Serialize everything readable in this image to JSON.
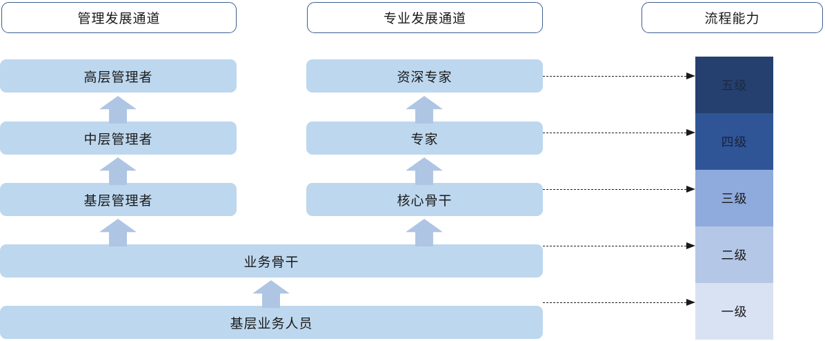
{
  "headers": [
    {
      "id": "management-channel",
      "label": "管理发展通道"
    },
    {
      "id": "professional-channel",
      "label": "专业发展通道"
    },
    {
      "id": "process-capability",
      "label": "流程能力"
    }
  ],
  "management_track": [
    {
      "label": "高层管理者"
    },
    {
      "label": "中层管理者"
    },
    {
      "label": "基层管理者"
    }
  ],
  "professional_track": [
    {
      "label": "资深专家"
    },
    {
      "label": "专家"
    },
    {
      "label": "核心骨干"
    }
  ],
  "shared_levels": [
    {
      "label": "业务骨干"
    },
    {
      "label": "基层业务人员"
    }
  ],
  "capability_levels": [
    {
      "label": "五级",
      "color": "#25406e",
      "text_color": "#1a2a44"
    },
    {
      "label": "四级",
      "color": "#2f5597",
      "text_color": "#16233c"
    },
    {
      "label": "三级",
      "color": "#8faadc",
      "text_color": "#1a1a1a"
    },
    {
      "label": "二级",
      "color": "#b4c7e7",
      "text_color": "#1a1a1a"
    },
    {
      "label": "一级",
      "color": "#d9e2f3",
      "text_color": "#1a1a1a"
    }
  ],
  "colors": {
    "role_bar": "#bdd7ee",
    "arrow": "#aec5e3",
    "header_border": "#3a5c92",
    "connector": "#1a1a1a",
    "background": "#ffffff"
  }
}
